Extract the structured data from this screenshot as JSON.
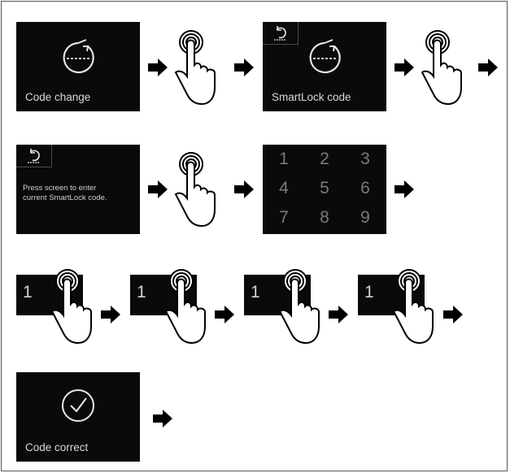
{
  "screens": {
    "code_change": {
      "label": "Code change"
    },
    "smartlock_code": {
      "label": "SmartLock code"
    },
    "enter_code": {
      "message": [
        "Press screen to enter",
        "current SmartLock code."
      ]
    },
    "keypad": {
      "keys": [
        "1",
        "2",
        "3",
        "4",
        "5",
        "6",
        "7",
        "8",
        "9"
      ]
    },
    "digit_entry": {
      "digit": "1"
    },
    "code_correct": {
      "label": "Code correct"
    }
  },
  "icons": {
    "lock_timer": "lock-timer-icon",
    "back": "back-arrow-icon",
    "check": "checkmark-circle-icon",
    "finger_tap": "finger-tap-icon",
    "next": "arrow-right-icon"
  },
  "colors": {
    "screen": "#0a0a0a",
    "screen_text": "#d8d8d8",
    "keypad_text": "#7a7a7a",
    "arrow": "#000000"
  }
}
